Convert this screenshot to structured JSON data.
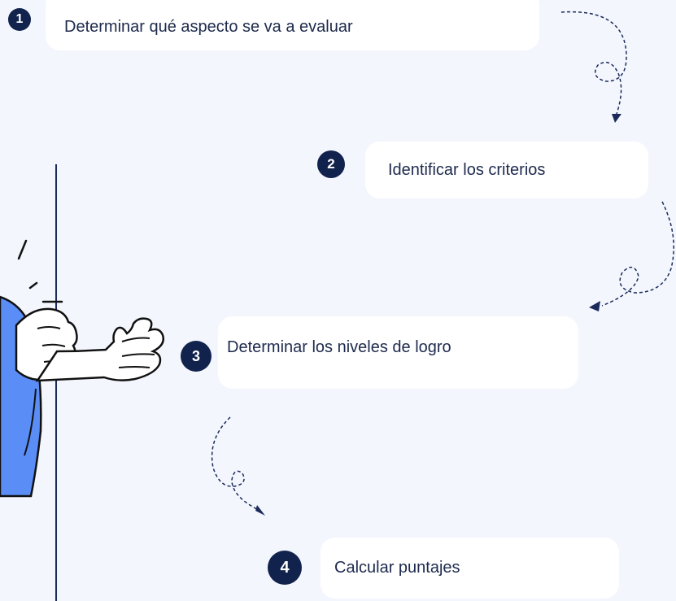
{
  "steps": [
    {
      "number": "1",
      "label": "Determinar qué aspecto se va a evaluar"
    },
    {
      "number": "2",
      "label": "Identificar los criterios"
    },
    {
      "number": "3",
      "label": "Determinar los niveles de logro"
    },
    {
      "number": "4",
      "label": "Calcular puntajes"
    }
  ],
  "colors": {
    "background": "#f3f6fd",
    "badge": "#11224d",
    "card": "#ffffff",
    "sleeve": "#5b8df6",
    "arrow": "#1b2a5a"
  }
}
